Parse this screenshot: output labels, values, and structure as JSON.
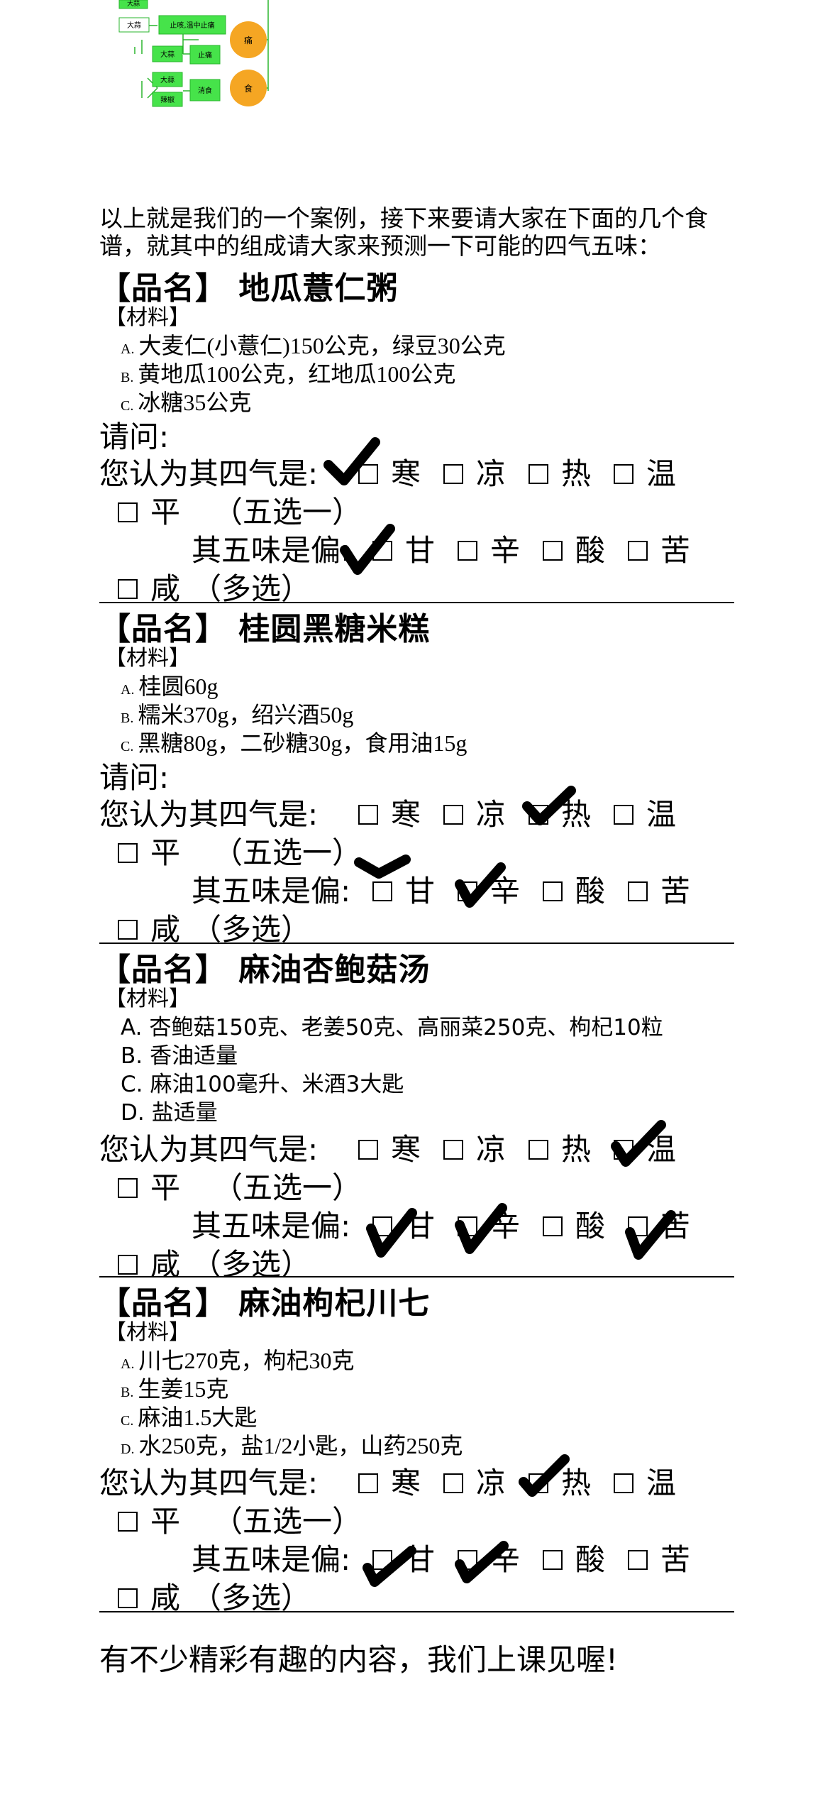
{
  "diagram": {
    "nodes": [
      "大蒜",
      "止咳,温中止痛",
      "大蒜",
      "止痛",
      "大蒜",
      "消食",
      "辣椒"
    ],
    "circles": [
      "痛",
      "食"
    ],
    "colors": {
      "box": "#46e34a",
      "circle": "#f5a623",
      "line": "#2ab52e"
    }
  },
  "intro": "以上就是我们的一个案例，接下来要请大家在下面的几个食谱，就其中的组成请大家来预测一下可能的四气五味：",
  "sections": [
    {
      "title": "【品名】 地瓜薏仁粥",
      "materials_label": "【材料】",
      "ingredients": [
        {
          "marker": "A.",
          "text": "大麦仁(小薏仁)150公克，绿豆30公克"
        },
        {
          "marker": "B.",
          "text": "黄地瓜100公克，红地瓜100公克"
        },
        {
          "marker": "C.",
          "text": "冰糖35公克"
        }
      ],
      "question": "请问:",
      "qi_prompt": "您认为其四气是:",
      "qi_options": [
        "寒",
        "凉",
        "热",
        "温",
        "平"
      ],
      "qi_note": "（五选一）",
      "taste_prompt": "其五味是偏:",
      "taste_options": [
        "甘",
        "辛",
        "酸",
        "苦",
        "咸"
      ],
      "taste_note": "（多选）"
    },
    {
      "title": "【品名】 桂圆黑糖米糕",
      "materials_label": "【材料】",
      "ingredients": [
        {
          "marker": "A.",
          "text": "桂圆60g"
        },
        {
          "marker": "B.",
          "text": "糯米370g，绍兴酒50g"
        },
        {
          "marker": "C.",
          "text": "黑糖80g，二砂糖30g，食用油15g"
        }
      ],
      "question": "请问:",
      "qi_prompt": "您认为其四气是:",
      "qi_options": [
        "寒",
        "凉",
        "热",
        "温",
        "平"
      ],
      "qi_note": "（五选一）",
      "taste_prompt": "其五味是偏:",
      "taste_options": [
        "甘",
        "辛",
        "酸",
        "苦",
        "咸"
      ],
      "taste_note": "（多选）"
    },
    {
      "title": "【品名】 麻油杏鲍菇汤",
      "materials_label": "【材料】",
      "ingredients": [
        {
          "marker": "A.",
          "text": "杏鲍菇150克、老姜50克、高丽菜250克、枸杞10粒"
        },
        {
          "marker": "B.",
          "text": "香油适量"
        },
        {
          "marker": "C.",
          "text": "麻油100毫升、米酒3大匙"
        },
        {
          "marker": "D.",
          "text": "盐适量"
        }
      ],
      "qi_prompt": "您认为其四气是:",
      "qi_options": [
        "寒",
        "凉",
        "热",
        "温",
        "平"
      ],
      "qi_note": "（五选一）",
      "taste_prompt": "其五味是偏:",
      "taste_options": [
        "甘",
        "辛",
        "酸",
        "苦",
        "咸"
      ],
      "taste_note": "（多选）"
    },
    {
      "title": "【品名】 麻油枸杞川七",
      "materials_label": "【材料】",
      "ingredients": [
        {
          "marker": "A.",
          "text": "川七270克，枸杞30克"
        },
        {
          "marker": "B.",
          "text": "生姜15克"
        },
        {
          "marker": "C.",
          "text": "麻油1.5大匙"
        },
        {
          "marker": "D.",
          "text": "水250克，盐1/2小匙，山药250克"
        }
      ],
      "qi_prompt": "您认为其四气是:",
      "qi_options": [
        "寒",
        "凉",
        "热",
        "温",
        "平"
      ],
      "qi_note": "（五选一）",
      "taste_prompt": "其五味是偏:",
      "taste_options": [
        "甘",
        "辛",
        "酸",
        "苦",
        "咸"
      ],
      "taste_note": "（多选）"
    }
  ],
  "checked": [
    {
      "section": 1,
      "qi": "寒",
      "tastes": [
        "甘"
      ]
    },
    {
      "section": 2,
      "qi": "热",
      "tastes": [
        "甘",
        "辛"
      ]
    },
    {
      "section": 3,
      "qi": "温",
      "tastes": [
        "甘",
        "辛",
        "苦"
      ]
    },
    {
      "section": 4,
      "qi": "热",
      "tastes": [
        "甘",
        "辛"
      ]
    }
  ],
  "outro": "有不少精彩有趣的内容，我们上课见喔!"
}
